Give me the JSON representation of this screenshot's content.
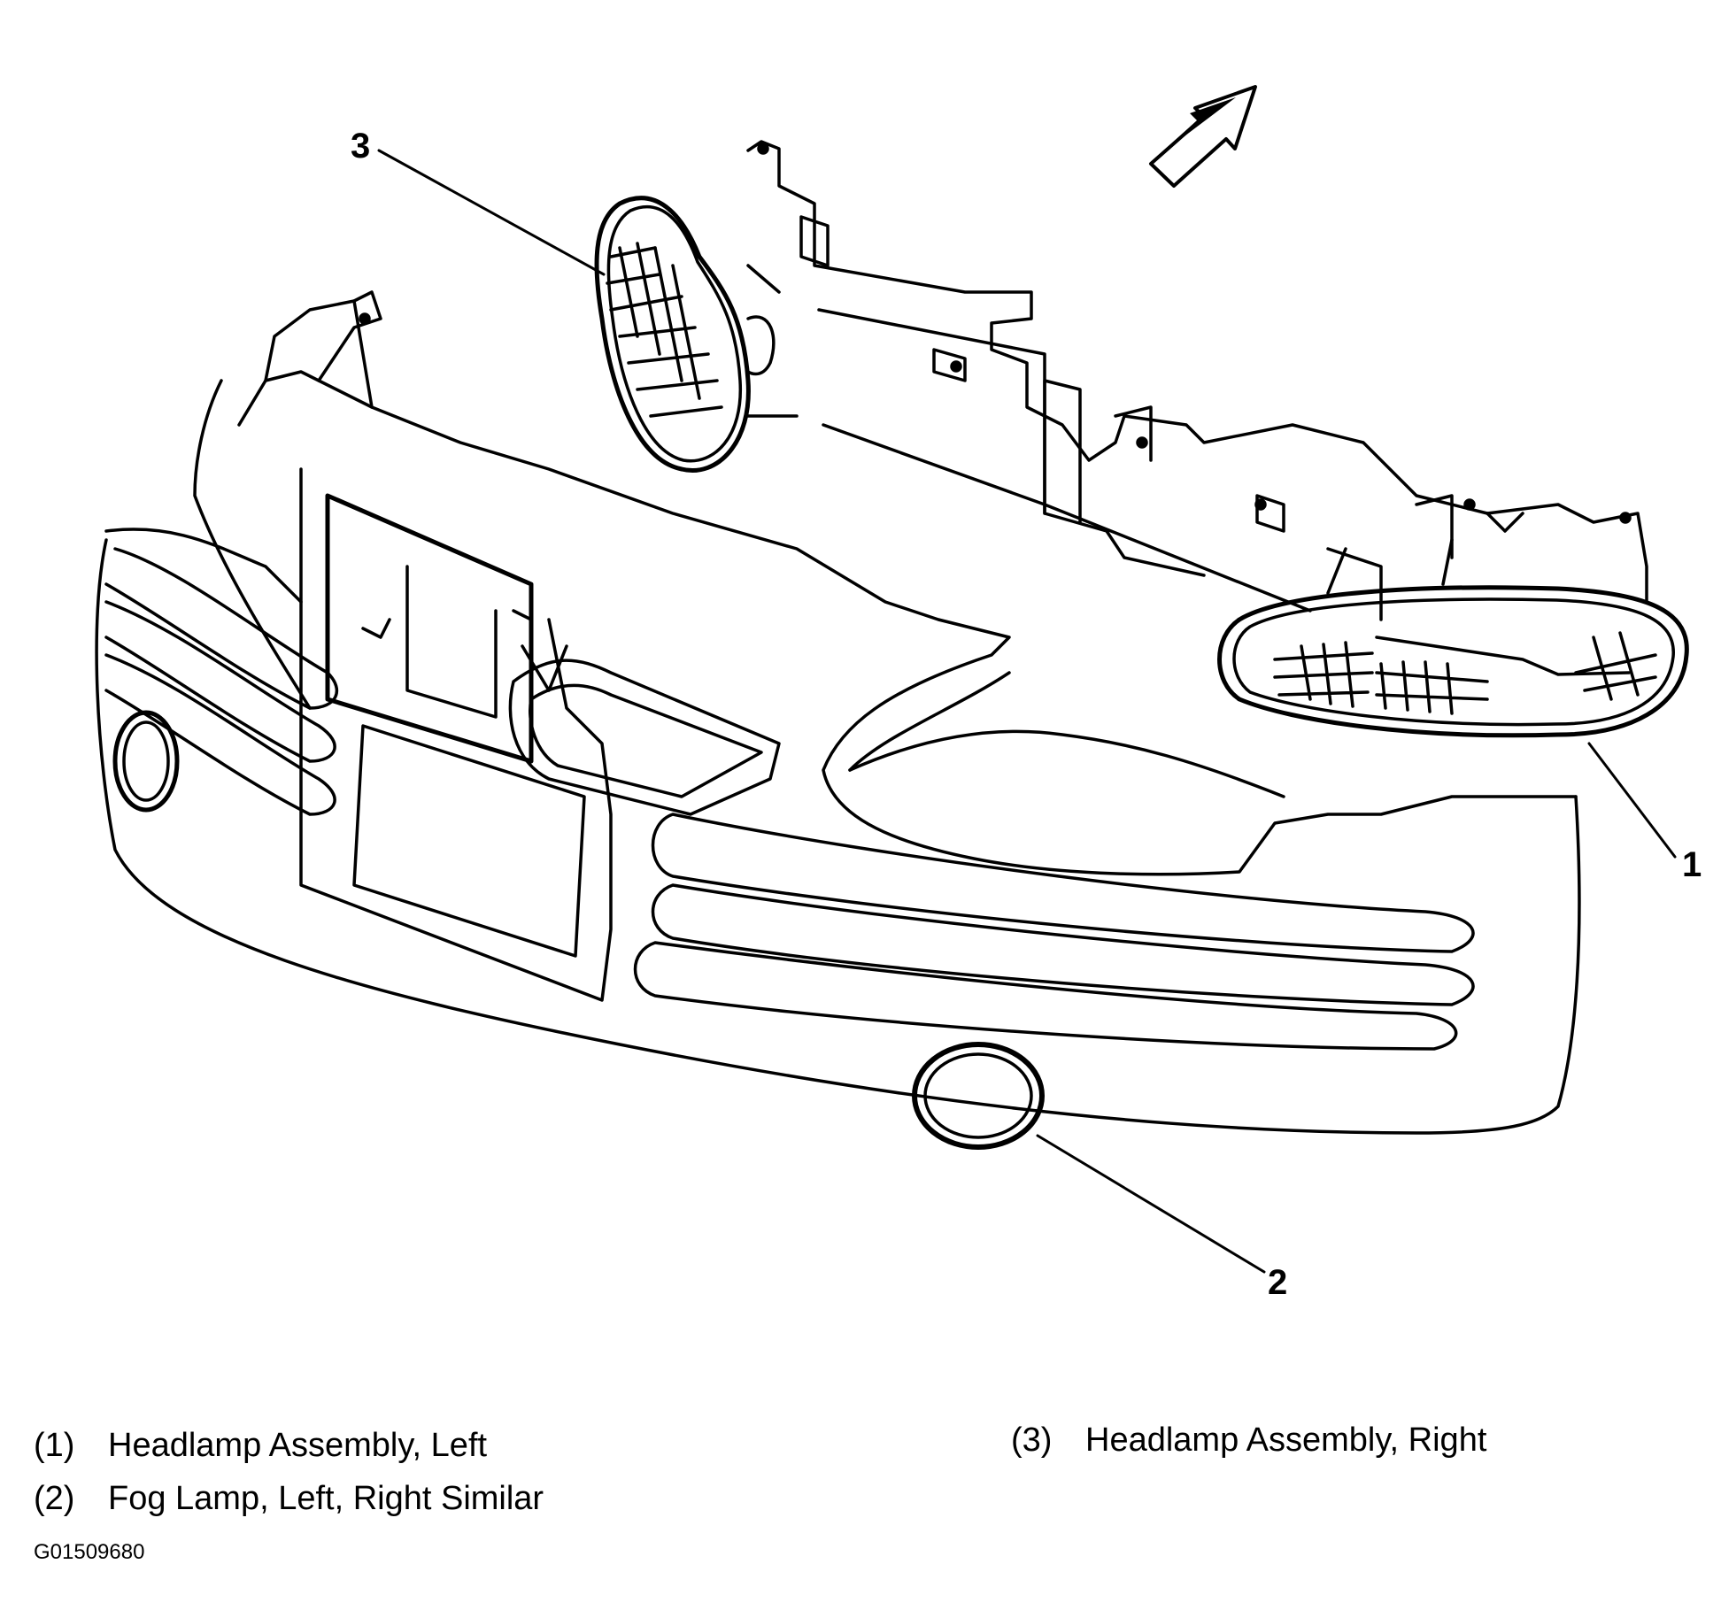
{
  "callouts": [
    {
      "number": "1"
    },
    {
      "number": "2"
    },
    {
      "number": "3"
    }
  ],
  "legend": [
    {
      "number": "(1)",
      "label": "Headlamp Assembly, Left"
    },
    {
      "number": "(2)",
      "label": "Fog Lamp, Left, Right Similar"
    },
    {
      "number": "(3)",
      "label": "Headlamp Assembly, Right"
    }
  ],
  "figure_id": "G01509680",
  "colors": {
    "line": "#000000",
    "background": "#ffffff"
  }
}
